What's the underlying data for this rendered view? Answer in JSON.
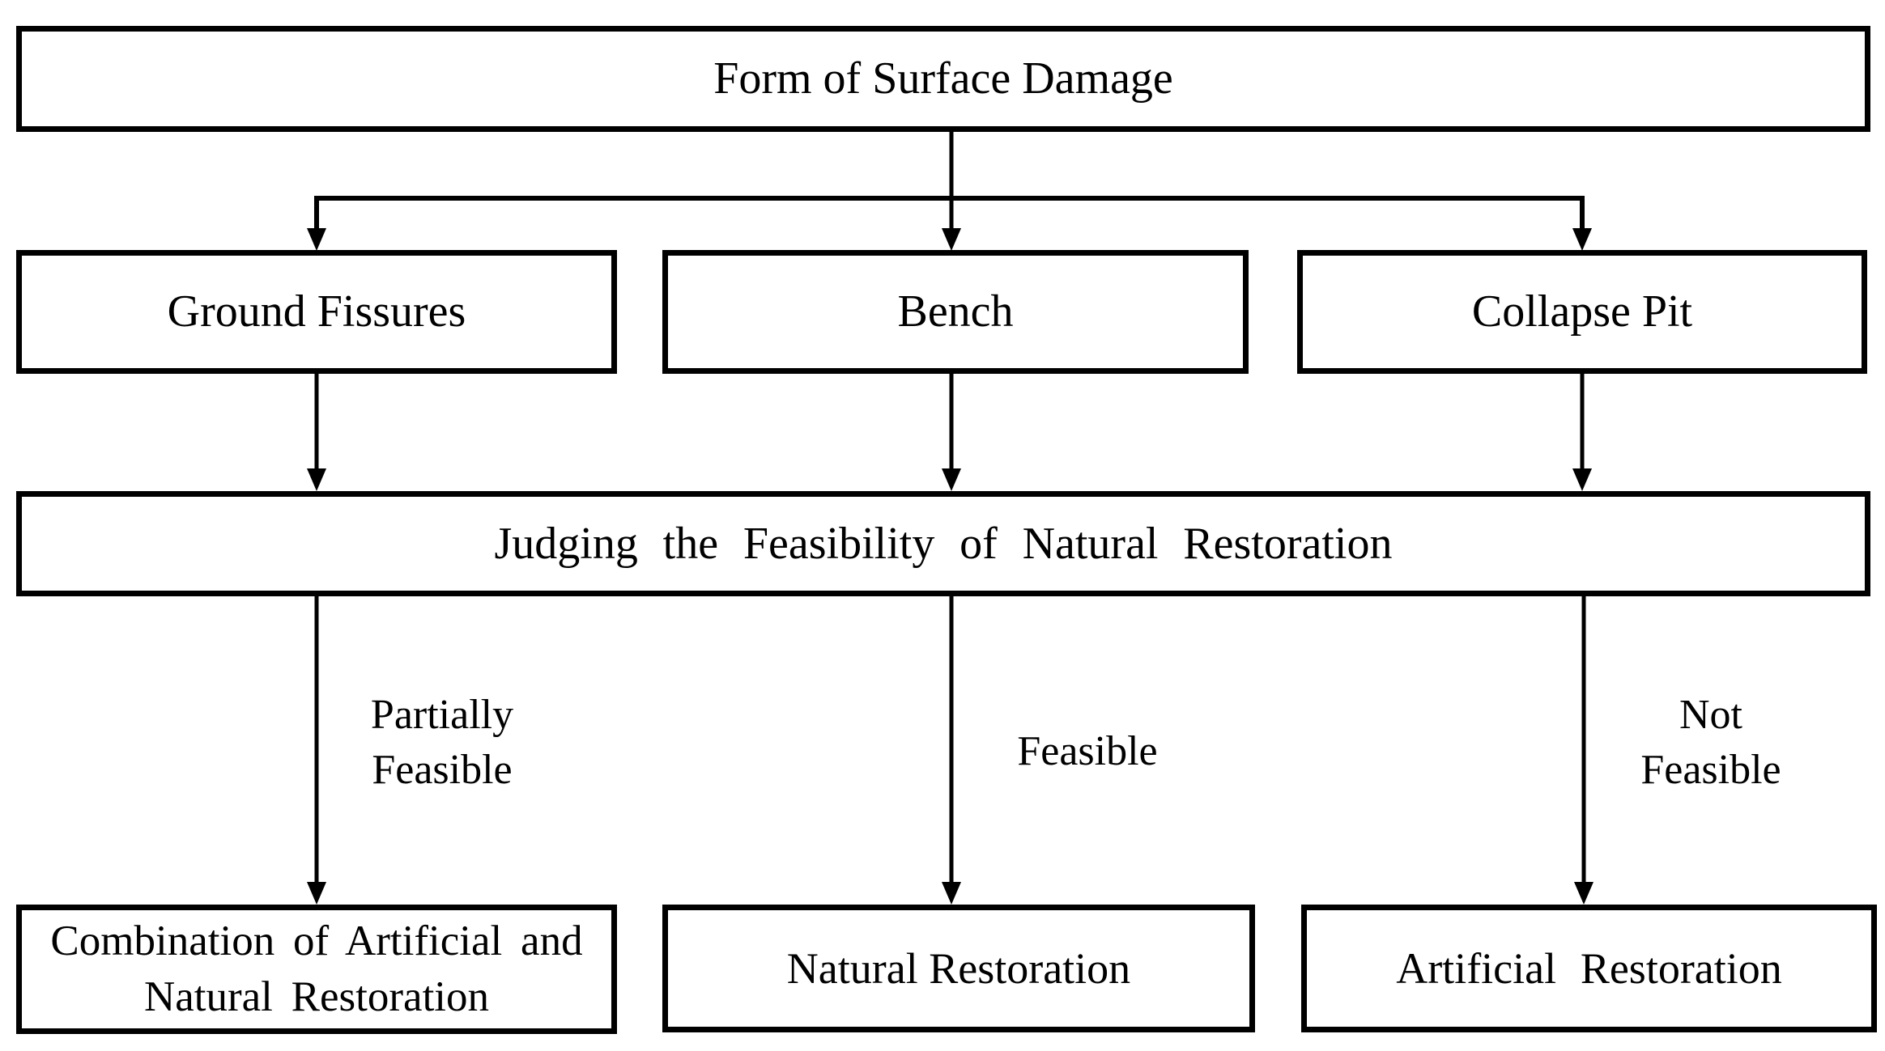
{
  "diagram_type": "flowchart",
  "colors": {
    "line": "#000000",
    "box_border": "#000000",
    "box_fill": "#ffffff",
    "text": "#000000",
    "background": "#ffffff"
  },
  "nodes": {
    "root": {
      "label": "Form of Surface Damage"
    },
    "ground_fissures": {
      "label": "Ground Fissures"
    },
    "bench": {
      "label": "Bench"
    },
    "collapse_pit": {
      "label": "Collapse Pit"
    },
    "judging": {
      "label": "Judging the Feasibility of Natural Restoration"
    },
    "combination": {
      "lines": [
        "Combination of Artificial and",
        "Natural Restoration"
      ]
    },
    "natural_restoration": {
      "label": "Natural Restoration"
    },
    "artificial_restoration": {
      "label": "Artificial Restoration"
    }
  },
  "edge_labels": {
    "partially_feasible": {
      "lines": [
        "Partially",
        "Feasible"
      ]
    },
    "feasible": {
      "lines": [
        "Feasible"
      ]
    },
    "not_feasible": {
      "lines": [
        "Not",
        "Feasible"
      ]
    }
  },
  "edges": [
    {
      "from": "root",
      "to": "ground_fissures"
    },
    {
      "from": "root",
      "to": "bench"
    },
    {
      "from": "root",
      "to": "collapse_pit"
    },
    {
      "from": "ground_fissures",
      "to": "judging"
    },
    {
      "from": "bench",
      "to": "judging"
    },
    {
      "from": "collapse_pit",
      "to": "judging"
    },
    {
      "from": "judging",
      "to": "combination",
      "label": "Partially Feasible"
    },
    {
      "from": "judging",
      "to": "natural_restoration",
      "label": "Feasible"
    },
    {
      "from": "judging",
      "to": "artificial_restoration",
      "label": "Not Feasible"
    }
  ]
}
